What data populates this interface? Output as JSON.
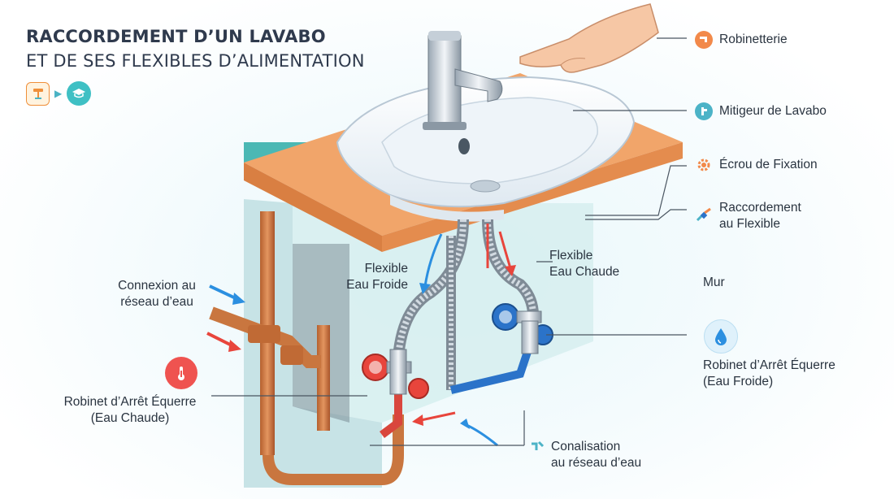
{
  "title": {
    "line1": "RACCORDEMENT D’UN LAVABO",
    "line2": "ET DE SES FLEXIBLES D’ALIMENTATION"
  },
  "labels": {
    "robinetterie": "Robinetterie",
    "mitigeur": "Mitigeur de Lavabo",
    "ecrou": "Écrou de Fixation",
    "raccordement": "Raccordement\nau Flexible",
    "mur": "Mur",
    "robinet_froid": "Robinet d’Arrêt Équerre\n(Eau Froide)",
    "canalisation": "Conalisation\nau réseau d’eau",
    "connexion": "Connexion au\nréseau d’eau",
    "robinet_chaud": "Robinet d’Arrêt Équerre\n(Eau Chaude)",
    "flexible_froid": "Flexible\nEau Froide",
    "flexible_chaud": "Flexible\nEau Chaude"
  },
  "icons": {
    "header_1": "faucet-card-icon",
    "header_2": "graduation-cap-icon",
    "robinetterie": "faucet-icon",
    "mitigeur": "mixer-tap-icon",
    "ecrou": "gear-icon",
    "raccordement": "pipe-connector-icon",
    "robinet_froid": "water-drop-icon",
    "robinet_chaud": "thermometer-icon",
    "canalisation": "pipe-icon"
  },
  "colors": {
    "cold": "#2b8fe0",
    "hot": "#e8453c",
    "copper": "#c9763f",
    "countertop": "#ef9a5a",
    "wall": "#d8efef",
    "backsplash": "#4bb8b4",
    "accent_orange": "#f2894a",
    "accent_teal": "#4cb3c7"
  }
}
